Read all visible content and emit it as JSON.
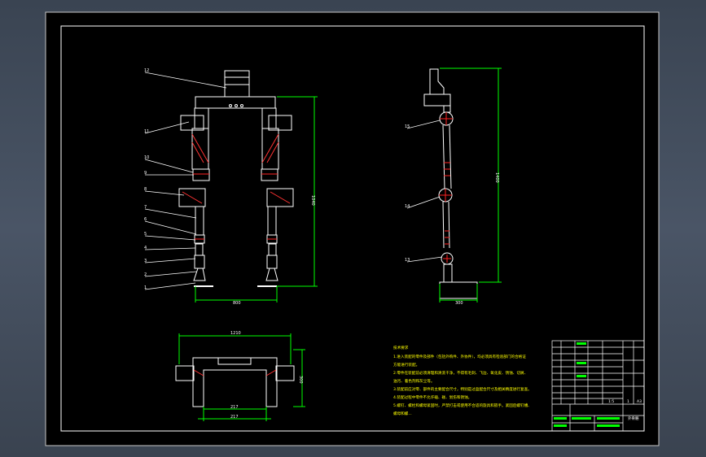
{
  "canvas": {
    "background_color": "#000000",
    "viewport_color": "#414b59"
  },
  "colors": {
    "frame": "#ffffff",
    "dimension": "#00ff00",
    "part": "#ffffff",
    "hidden": "#ff3333",
    "accent_red": "#ff2222",
    "callout": "#ffffff",
    "notes": "#ffff00",
    "title_block_green": "#00ff00"
  },
  "views": {
    "front": {
      "labels": [
        "12",
        "11",
        "10",
        "9",
        "8",
        "7",
        "6",
        "5",
        "4",
        "3",
        "2",
        "1"
      ],
      "dims": {
        "height": "1040",
        "width": "800"
      }
    },
    "side": {
      "labels": [
        "15",
        "14",
        "13"
      ],
      "dims": {
        "height": "1400",
        "width": "300"
      }
    },
    "top": {
      "dims": {
        "overall": "1210",
        "height": "300",
        "inner_a": "217",
        "inner_b": "217"
      }
    }
  },
  "notes": {
    "title": "技术要求",
    "lines": [
      "1.进入装配的零件及部件（包括外购件、外协件），均必须具有检验部门的合格证",
      "方能进行装配。",
      "2.零件在装配前必须清理和清洗干净，不得有毛刺、飞边、氧化皮、锈蚀、切屑、",
      "油污、着色剂和灰尘等。",
      "3.装配前应对零、部件的主要配合尺寸，特别是过盈配合尺寸及相关精度进行复查。",
      "4.装配过程中零件不允许磕、碰、划伤和锈蚀。",
      "5.螺钉、螺栓和螺母紧固时，严禁打击或使用不合适的旋具和扳手。紧固后螺钉槽、",
      "螺母和螺..."
    ]
  },
  "title_block": {
    "drawing_name": "外骨骼",
    "scale": "1:5",
    "sheet": "1",
    "label": "A3"
  }
}
